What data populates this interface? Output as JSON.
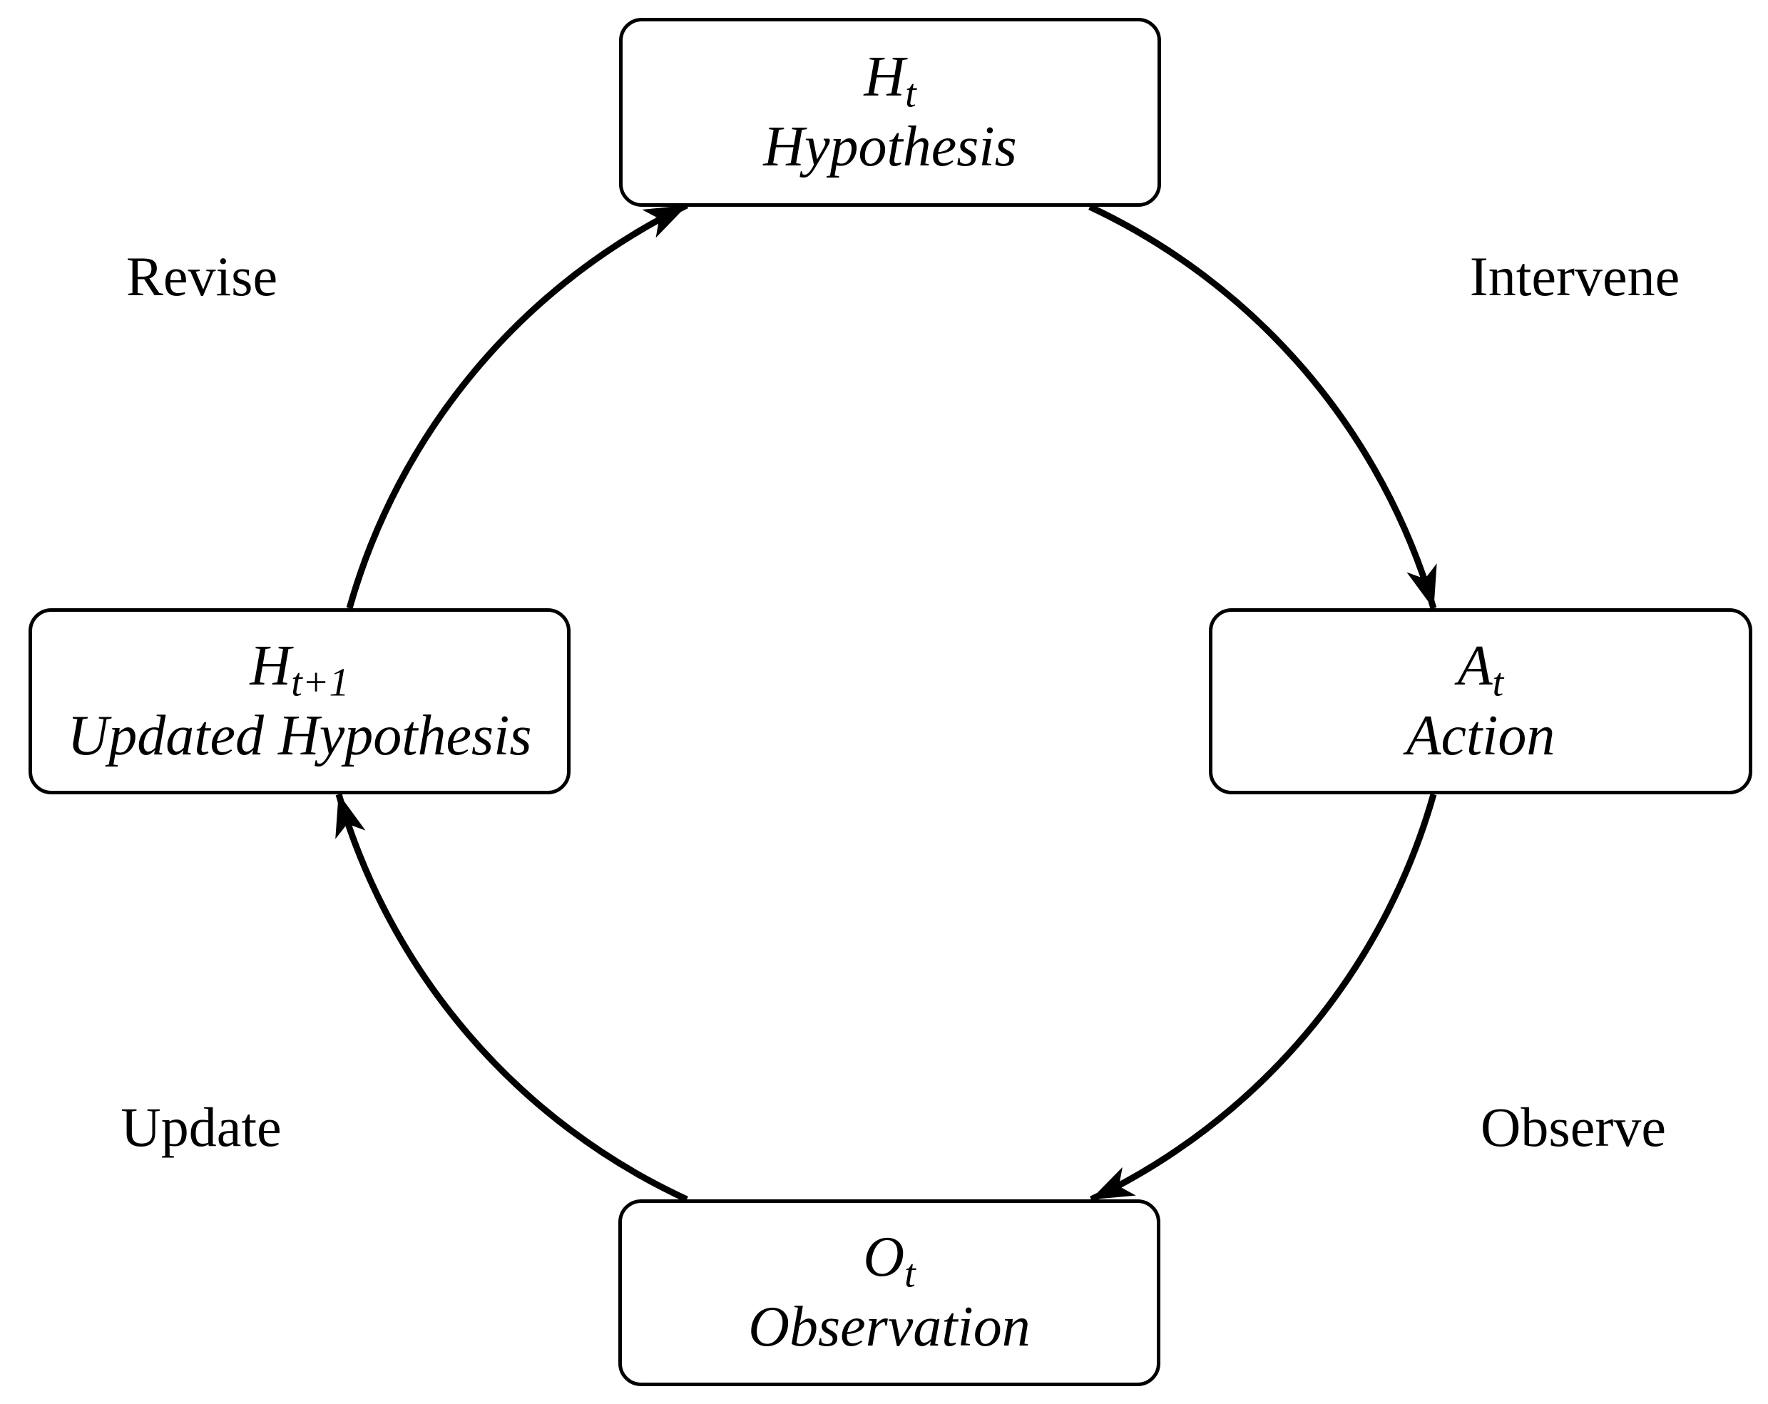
{
  "figure": {
    "background_color": "#ffffff",
    "stroke_color": "#000000",
    "nodes": {
      "hypothesis": {
        "symbol": "H",
        "subscript": "t",
        "label": "Hypothesis"
      },
      "action": {
        "symbol": "A",
        "subscript": "t",
        "label": "Action"
      },
      "observation": {
        "symbol": "O",
        "subscript": "t",
        "label": "Observation"
      },
      "updated_hypothesis": {
        "symbol": "H",
        "subscript": "t+1",
        "label": "Updated Hypothesis"
      }
    },
    "edges": {
      "intervene": {
        "label": "Intervene",
        "from": "hypothesis",
        "to": "action"
      },
      "observe": {
        "label": "Observe",
        "from": "action",
        "to": "observation"
      },
      "update": {
        "label": "Update",
        "from": "observation",
        "to": "updated_hypothesis"
      },
      "revise": {
        "label": "Revise",
        "from": "updated_hypothesis",
        "to": "hypothesis"
      }
    }
  }
}
